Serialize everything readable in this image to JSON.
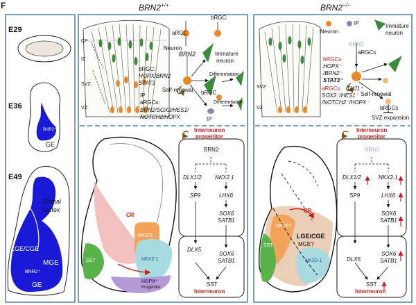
{
  "panel_letter": "F",
  "headers": {
    "wt": "BRN2+/+",
    "wt_base": "BRN2",
    "wt_sup": "+/+",
    "ko_base": "BRN2",
    "ko_sup": "−/−"
  },
  "left_column": {
    "stages": [
      "E29",
      "E36",
      "E49"
    ],
    "e36_labels": {
      "bnr2": "BNR2⁺",
      "ge": "GE"
    },
    "e49_labels": {
      "dorsal": "Dorsal",
      "cortex": "cortex",
      "lge_cge": "LGE/CGE",
      "mge": "MGE",
      "bnr2": "BNR2⁺",
      "ge": "GE"
    }
  },
  "wt_top": {
    "cp": "CP",
    "iz": "IZ",
    "svz": "SVZ",
    "vz": "VZ",
    "argc": "aRGC",
    "brgc": "bRGC",
    "neuron": "Neuron",
    "brn2": "BRN2",
    "immature1": "Immature",
    "immature2": "neuron",
    "brgc_colon": "bRGC:",
    "hopx_brn2": "HOPX/BRN2",
    "stat3": "STAT3",
    "self_renewal": "Self-renewal",
    "differentiation1": "Differentiation",
    "differentiation2": "Differentiation",
    "ip_label": "IP",
    "argcs_colon": "aRGCs:",
    "genes1": "BRN2/SOX2/HES1/",
    "genes2": "NOTCH2/HOPX",
    "brgc2": "bRGC",
    "ip2": "IP"
  },
  "ko_top": {
    "svz": "SVZ",
    "vz": "VZ",
    "neuron": "Neuron",
    "ip": "IP",
    "immature1": "Immature",
    "immature2": "neuron",
    "brn2_x": "BRN2",
    "argcs": "aRGCs",
    "brgcs": "bRGCs",
    "hopx": "HOPX⁻",
    "ibrn2": "/BRN2⁻",
    "stat3": "STAT3⁻",
    "argcs_colon": "aRGCs:",
    "tuj1": "TUJ1⁺",
    "sox2": "SOX2⁻/HES1⁻",
    "notch2": "/NOTCH2⁻/HOPX⁻",
    "self_renewal": "Self-renewal",
    "brgcs2": "bRGCs",
    "svz_exp": "SVZ expansion"
  },
  "wt_bottom": {
    "interneuron_progenitor1": "Interneuron",
    "interneuron_progenitor2": "progenitor",
    "cr": "CR",
    "nr2f2": "NR2F2",
    "nkx21": "NKX2-1",
    "sst": "SST",
    "hopx_prog1": "HOPX⁺",
    "hopx_prog2": "Progenitor",
    "brn2": "BRN2",
    "dlx12": "DLX1/2",
    "nkx21_gene": "NKX2.1",
    "sp9": "SP9",
    "lhx6": "LHX6",
    "sox6": "SOX6",
    "satb1": "SATB1",
    "dlx5": "DLX5",
    "sox6b": "SOX6",
    "satb1b": "SATB1",
    "sst_out": "SST",
    "interneuron": "Interneuron"
  },
  "ko_bottom": {
    "interneuron_progenitor1": "Interneuron",
    "interneuron_progenitor2": "progenitor",
    "cr": "CR",
    "nr2f2": "NR2F2",
    "lge_cge": "LGE/CGE",
    "mge": "MGE?",
    "nkx21": "NKX2-1",
    "sst": "SST",
    "brn2": "BRN2",
    "dlx12": "DLX1/2",
    "nkx21_gene": "NKX2.1",
    "sp9": "SP9",
    "lhx6": "LHX6",
    "sox6": "SOX6",
    "satb1": "SATB1",
    "dlx5": "DLX5",
    "sox6b": "SOX6",
    "satb1b": "SATB1",
    "sst_out": "SST",
    "interneuron": "Interneuron"
  },
  "colors": {
    "border": "#4a78a8",
    "blue": "#1a1ad6",
    "red": "#d21c1c",
    "dash": "#3b82c4"
  }
}
